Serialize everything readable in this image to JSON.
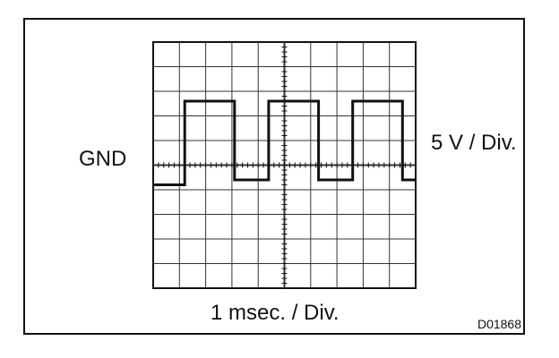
{
  "labels": {
    "ground": "GND",
    "voltage_scale": "5 V / Div.",
    "time_scale": "1 msec. / Div.",
    "figure_code": "D01868"
  },
  "colors": {
    "ink": "#111111",
    "grid": "#333333",
    "background": "#ffffff"
  },
  "chart_data": {
    "type": "line",
    "grid": {
      "x_divisions": 10,
      "y_divisions": 10,
      "minor_ticks_per_division": 5
    },
    "series": [
      {
        "x": [
          0,
          1.2,
          1.2,
          3.1,
          3.1,
          4.4,
          4.4,
          6.3,
          6.3,
          7.6,
          7.6,
          9.5,
          9.5,
          10
        ],
        "y": [
          -0.8,
          -0.8,
          2.6,
          2.6,
          -0.6,
          -0.6,
          2.6,
          2.6,
          -0.6,
          -0.6,
          2.6,
          2.6,
          -0.6,
          -0.6
        ]
      }
    ],
    "x_range": [
      0,
      10
    ],
    "y_range": [
      -5,
      5
    ]
  }
}
